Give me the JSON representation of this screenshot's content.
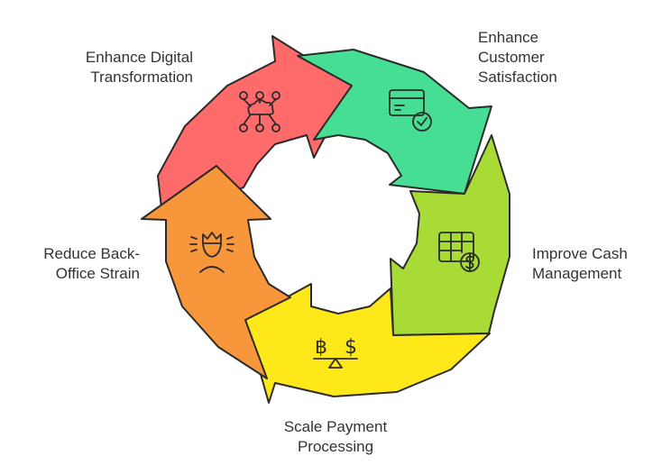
{
  "diagram": {
    "steps": [
      {
        "id": "digital",
        "label_lines": [
          "Enhance Digital",
          "Transformation"
        ],
        "color": "#FF6B6B",
        "icon": "cloud-network-icon"
      },
      {
        "id": "customer",
        "label_lines": [
          "Enhance",
          "Customer",
          "Satisfaction"
        ],
        "color": "#45DE93",
        "icon": "card-check-icon"
      },
      {
        "id": "cash",
        "label_lines": [
          "Improve Cash",
          "Management"
        ],
        "color": "#A8DB36",
        "icon": "ledger-dollar-icon"
      },
      {
        "id": "payment",
        "label_lines": [
          "Scale Payment",
          "Processing"
        ],
        "color": "#FFE81A",
        "icon": "currency-balance-icon"
      },
      {
        "id": "office",
        "label_lines": [
          "Reduce Back-",
          "Office Strain"
        ],
        "color": "#F7963A",
        "icon": "stressed-person-icon"
      }
    ],
    "payment_icon_glyphs": [
      "฿",
      "$"
    ]
  }
}
